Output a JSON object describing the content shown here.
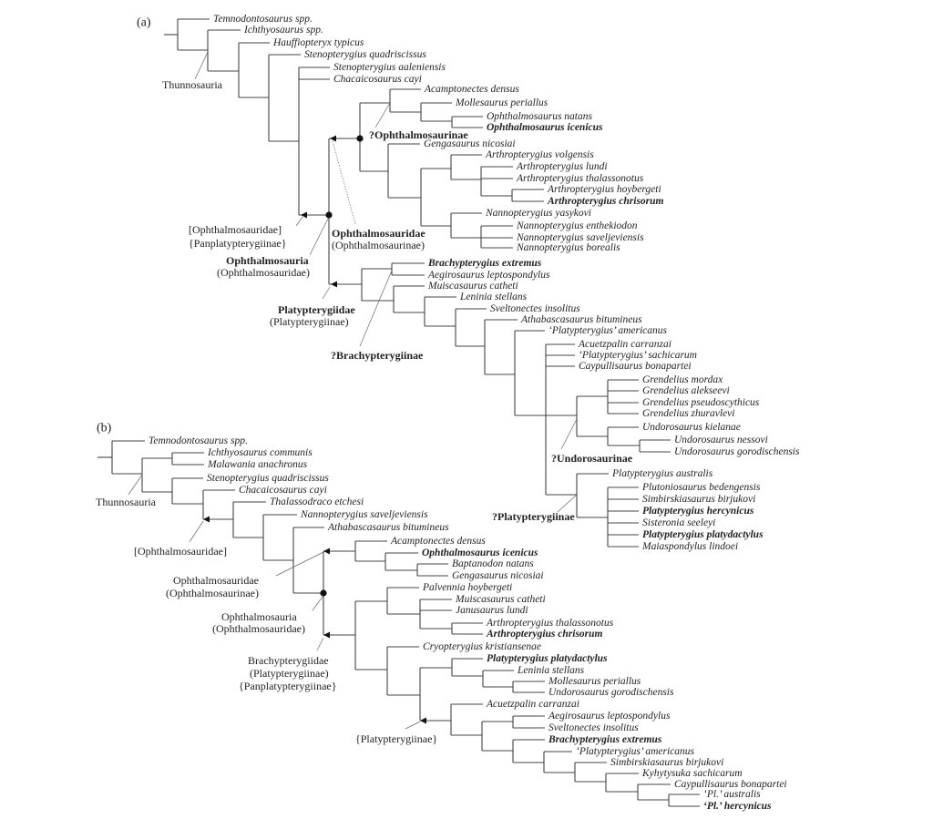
{
  "panel_a": {
    "label": "(a)",
    "taxa": [
      "Temnodontosaurus spp.",
      "Ichthyosaurus spp.",
      "Hauffiopteryx typicus",
      "Stenopterygius quadriscissus",
      "Stenopterygius aaleniensis",
      "Chacaicosaurus cayi",
      "Acamptonectes densus",
      "Mollesaurus periallus",
      "Ophthalmosaurus natans",
      "Ophthalmosaurus icenicus",
      "Gengasaurus nicosiai",
      "Arthropterygius volgensis",
      "Arthropterygius lundi",
      "Arthropterygius thalassonotus",
      "Arthropterygius hoybergeti",
      "Arthropterygius chrisorum",
      "Nannopterygius yasykovi",
      "Nannopterygius enthekiodon",
      "Nannopterygius saveljeviensis",
      "Nannopterygius borealis",
      "Brachypterygius extremus",
      "Aegirosaurus leptospondylus",
      "Muiscasaurus catheti",
      "Leninia stellans",
      "Sveltonectes insolitus",
      "Athabascasaurus bitumineus",
      "‘Platypterygius’ americanus",
      "Acuetzpalin carranzai",
      "‘Platypterygius’ sachicarum",
      "Caypullisaurus bonapartei",
      "Grendelius mordax",
      "Grendelius alekseevi",
      "Grendelius pseudoscythicus",
      "Grendelius zhuravlevi",
      "Undorosaurus kielanae",
      "Undorosaurus nessovi",
      "Undorosaurus gorodischensis",
      "Platypterygius australis",
      "Plutoniosaurus bedengensis",
      "Simbirskiasaurus birjukovi",
      "Platypterygius hercynicus",
      "Sisteronia seeleyi",
      "Platypterygius platydactylus",
      "Maiaspondylus lindoei"
    ],
    "clades": [
      "Thunnosauria",
      "[Ophthalmosauridae]",
      "{Panplatypterygiinae}",
      "Ophthalmosauria",
      "(Ophthalmosauridae)",
      "Ophthalmosauridae",
      "(Ophthalmosaurinae)",
      "?Ophthalmosaurinae",
      "Platypterygiidae",
      "(Platypterygiinae)",
      "?Brachypterygiinae",
      "?Undorosaurinae",
      "?Platypterygiinae"
    ]
  },
  "panel_b": {
    "label": "(b)",
    "taxa": [
      "Temnodontosaurus spp.",
      "Ichthyosaurus communis",
      "Malawania anachronus",
      "Stenopterygius quadriscissus",
      "Chacaicosaurus cayi",
      "Thalassodraco etchesi",
      "Nannopterygius saveljeviensis",
      "Athabascasaurus bitumineus",
      "Acamptonectes densus",
      "Ophthalmosaurus icenicus",
      "Baptanodon natans",
      "Gengasaurus nicosiai",
      "Palvennia hoybergeti",
      "Muiscasaurus catheti",
      "Janusaurus lundi",
      "Arthropterygius thalassonotus",
      "Arthropterygius chrisorum",
      "Cryopterygius kristiansenae",
      "Platypterygius platydactylus",
      "Leninia stellans",
      "Mollesaurus periallus",
      "Undorosaurus gorodischensis",
      "Acuetzpalin carranzai",
      "Aegirosaurus leptospondylus",
      "Sveltonectes insolitus",
      "Brachypterygius extremus",
      "‘Platypterygius’ americanus",
      "Simbirskiasaurus birjukovi",
      "Kyhytysuka sachicarum",
      "Caypullisaurus bonapartei",
      "‘Pl.’ australis",
      "‘Pl.’ hercynicus"
    ],
    "clades": [
      "Thunnosauria",
      "[Ophthalmosauridae]",
      "Ophthalmosauridae",
      "(Ophthalmosaurinae)",
      "Ophthalmosauria",
      "(Ophthalmosauridae)",
      "Brachypterygiidae",
      "(Platypterygiinae)",
      "{Panplatypterygiinae}",
      "{Platypterygiinae}"
    ]
  }
}
